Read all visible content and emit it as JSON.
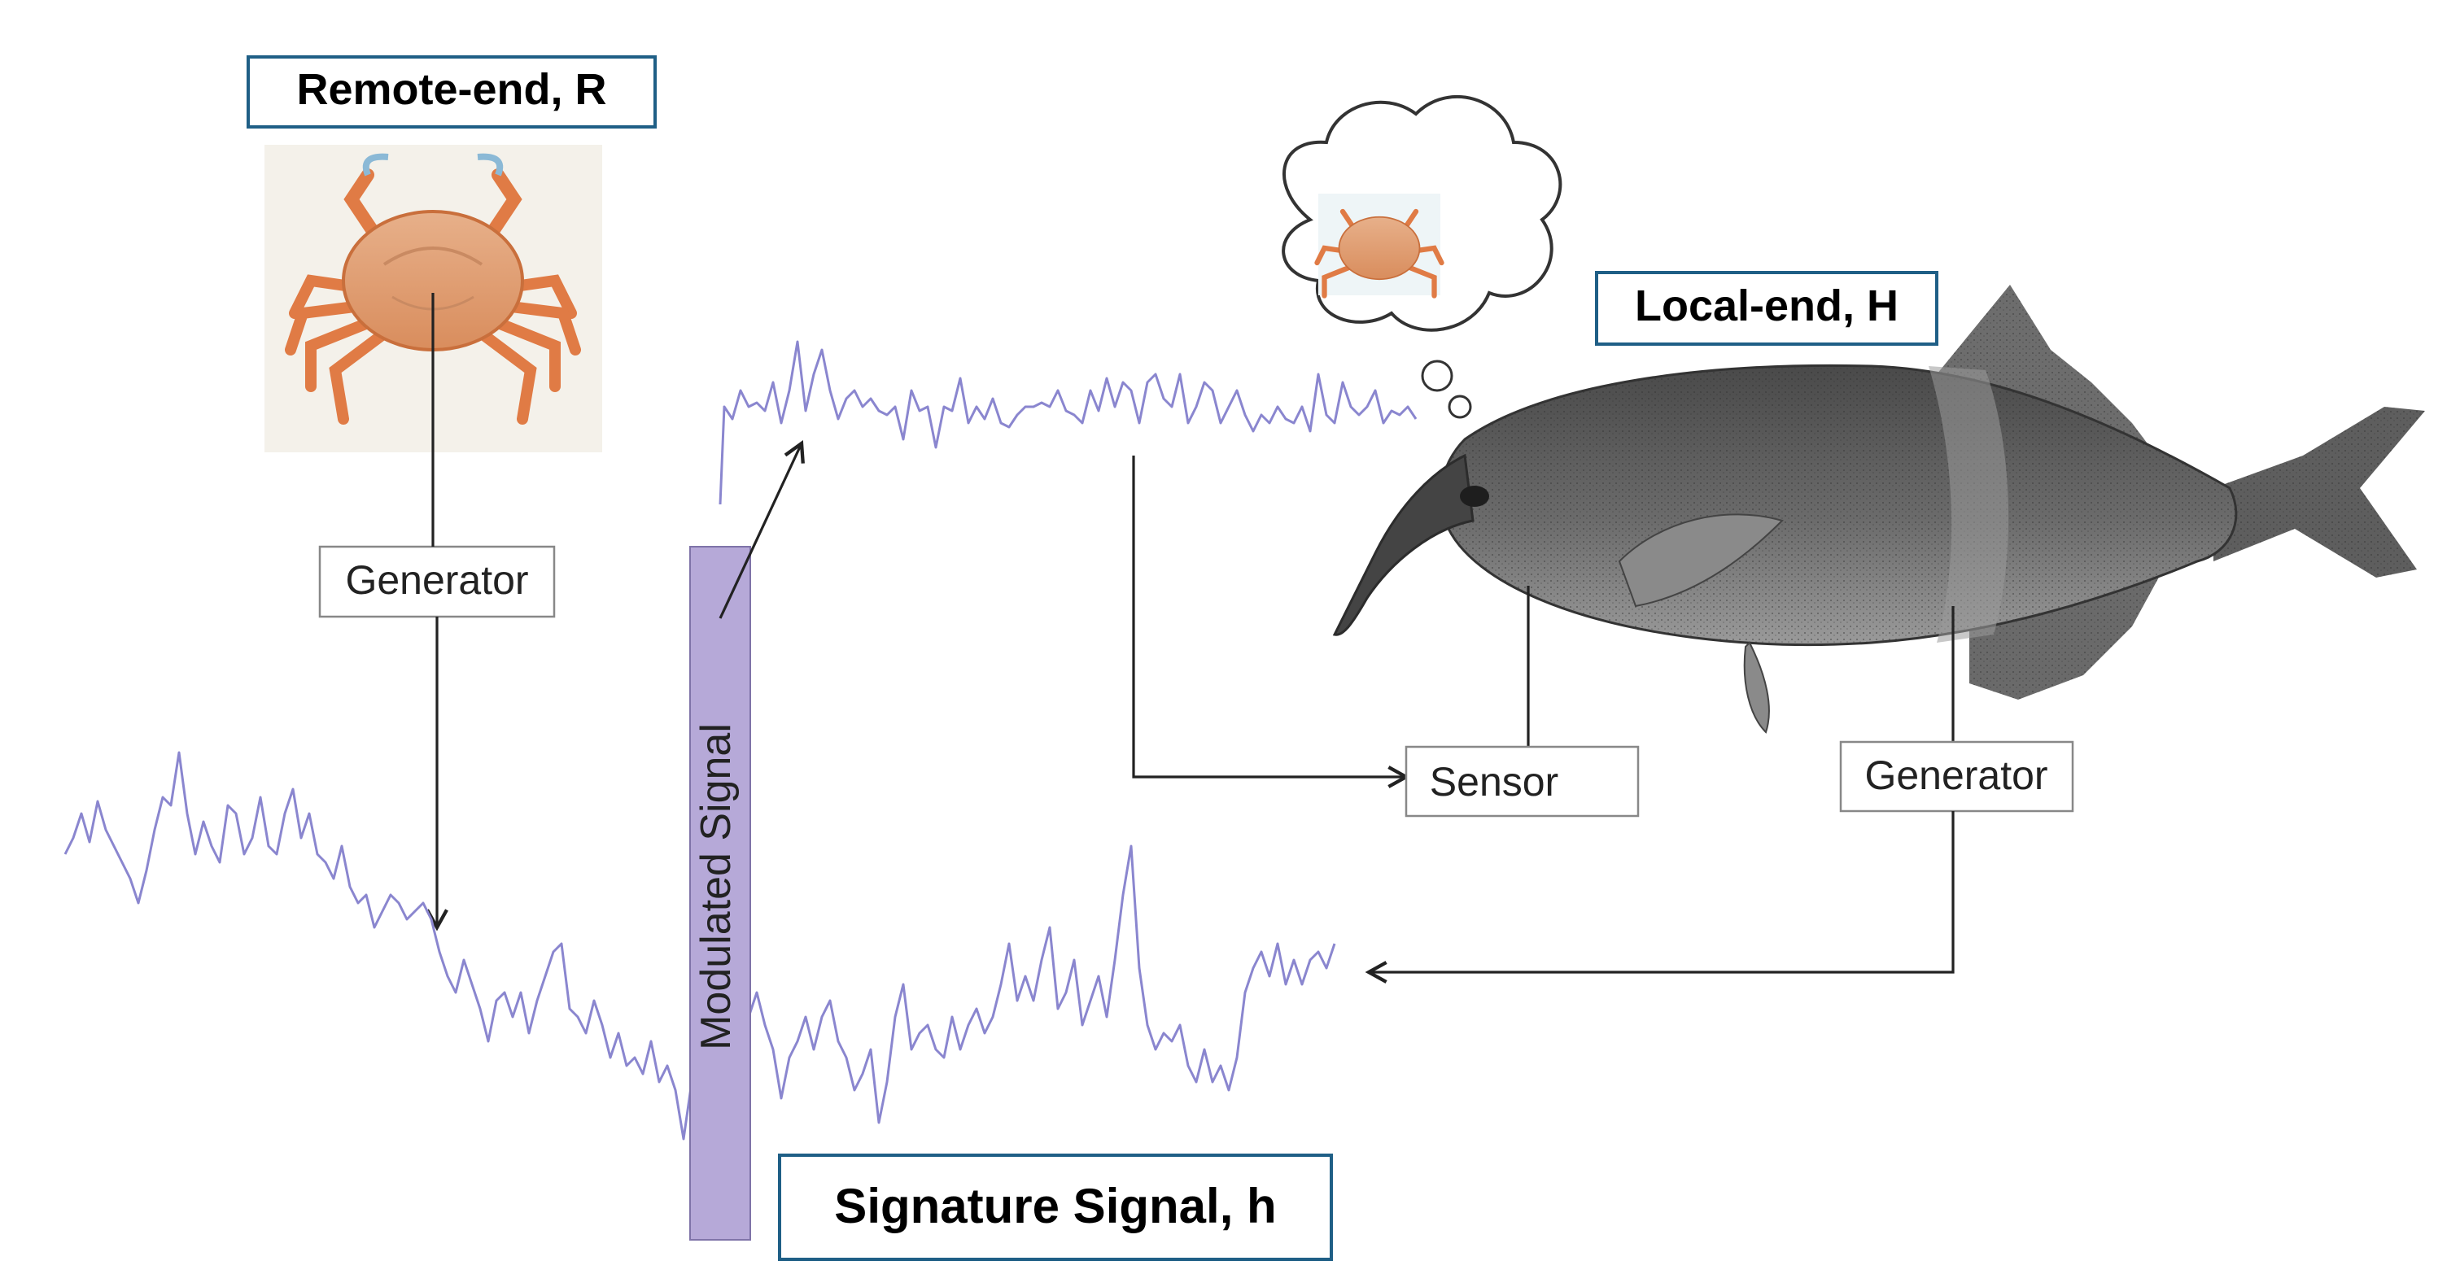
{
  "labels": {
    "remote_end": "Remote-end, R",
    "local_end": "Local-end, H",
    "signature_signal": "Signature Signal, h",
    "modulated_signal": "Modulated Signal",
    "generator_left": "Generator",
    "generator_right": "Generator",
    "sensor": "Sensor"
  },
  "icons": {
    "crab": "crab-illustration",
    "fish": "elephantnose-fish-illustration",
    "thought": "thought-bubble-with-crab"
  },
  "colors": {
    "box_border": "#1f5f86",
    "signal_line": "#8a86cf",
    "modulated_bar": "#b6a9d8",
    "arrow": "#222222"
  }
}
